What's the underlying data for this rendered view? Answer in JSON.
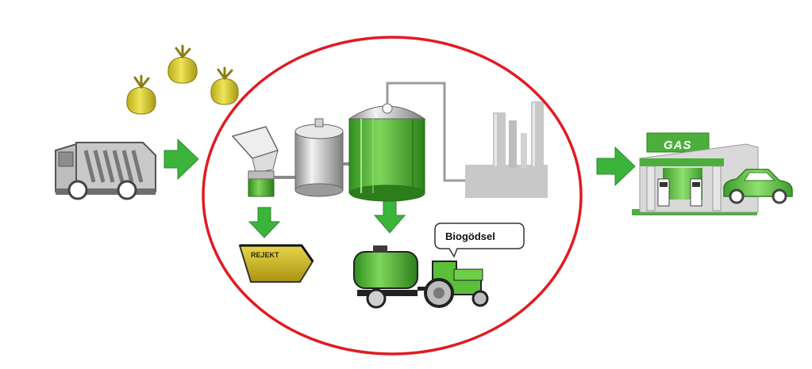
{
  "labels": {
    "gas": "GAS",
    "rejekt": "REJEKT",
    "digestate": "Biogödsel"
  },
  "colors": {
    "loop_circle": "#e11b22",
    "arrow_green": "#3cb43c",
    "tank_green": "#5cbf3a",
    "bag_yellow": "#d8c92a",
    "truck_grey": "#6e6e6e",
    "plant_grey": "#c8c8c8",
    "station_green": "#4caf3c"
  },
  "icons": [
    "waste-bag-icon",
    "garbage-truck-icon",
    "shredder-icon",
    "buffer-tank-icon",
    "digester-tank-icon",
    "gas-upgrading-plant-icon",
    "reject-container-icon",
    "tractor-tanker-icon",
    "gas-station-icon",
    "car-icon"
  ]
}
